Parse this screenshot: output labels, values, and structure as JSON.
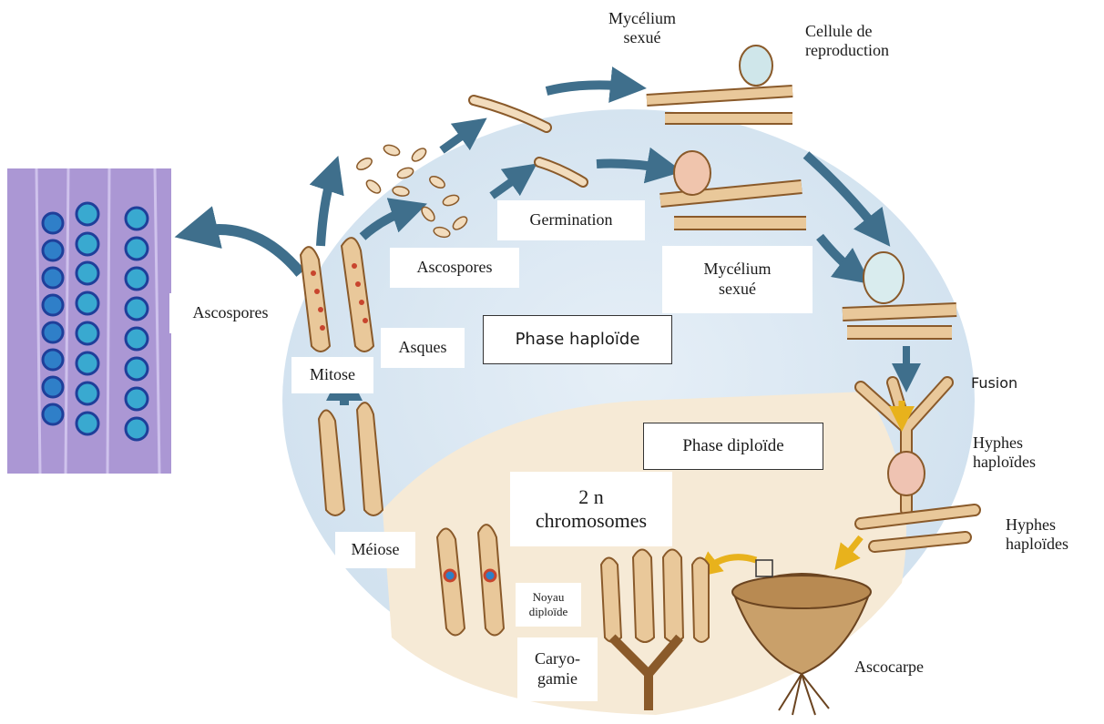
{
  "colors": {
    "haploid_bg": "#dbe8f3",
    "diploid_bg": "#f6ead6",
    "arrow_blue": "#3f6f8c",
    "arrow_yellow": "#e8b21c",
    "cell_tan": "#e9c89a",
    "cell_outline": "#8a5a2a",
    "nucleus_red": "#c8452e",
    "spore_blue": "#2f7fc8",
    "spore_dark": "#1f3f9a",
    "micrograph_purple": "#a48fcf"
  },
  "labels": {
    "mycelium_top": "Mycélium\nsexué",
    "reproduction_cell": "Cellule de\nreproduction",
    "germination": "Germination",
    "ascospores_center": "Ascospores",
    "mycelium_mid": "Mycélium\nsexué",
    "ascospores_left": "Ascospores",
    "asques": "Asques",
    "phase_haploid": "Phase haploïde",
    "mitose": "Mitose",
    "fusion": "Fusion",
    "hyphes_1": "Hyphes\nhaploïdes",
    "phase_diploid": "Phase diploïde",
    "chromosomes": "2 n\nchromosomes",
    "hyphes_2": "Hyphes\nhaploïdes",
    "meiose": "Méiose",
    "noyau": "Noyau\ndiploïde",
    "caryogamie": "Caryo-\ngamie",
    "ascocarpe": "Ascocarpe"
  }
}
